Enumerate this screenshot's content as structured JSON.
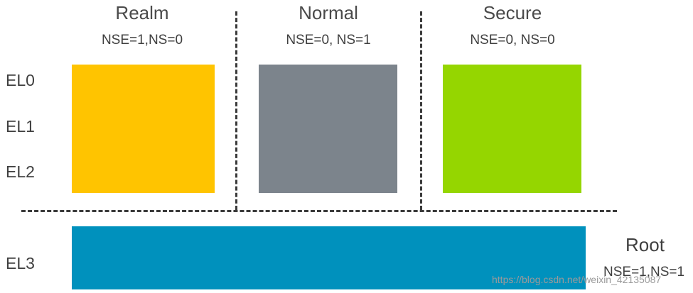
{
  "worlds": [
    {
      "name": "Realm",
      "flags": "NSE=1,NS=0",
      "color": "#FFC400"
    },
    {
      "name": "Normal",
      "flags": "NSE=0, NS=1",
      "color": "#7C848C"
    },
    {
      "name": "Secure",
      "flags": "NSE=0, NS=0",
      "color": "#95D600"
    }
  ],
  "root": {
    "name": "Root",
    "flags": "NSE=1,NS=1",
    "color": "#0091BD"
  },
  "exception_levels": [
    "EL0",
    "EL1",
    "EL2",
    "EL3"
  ],
  "watermark": "https://blog.csdn.net/weixin_42135087"
}
